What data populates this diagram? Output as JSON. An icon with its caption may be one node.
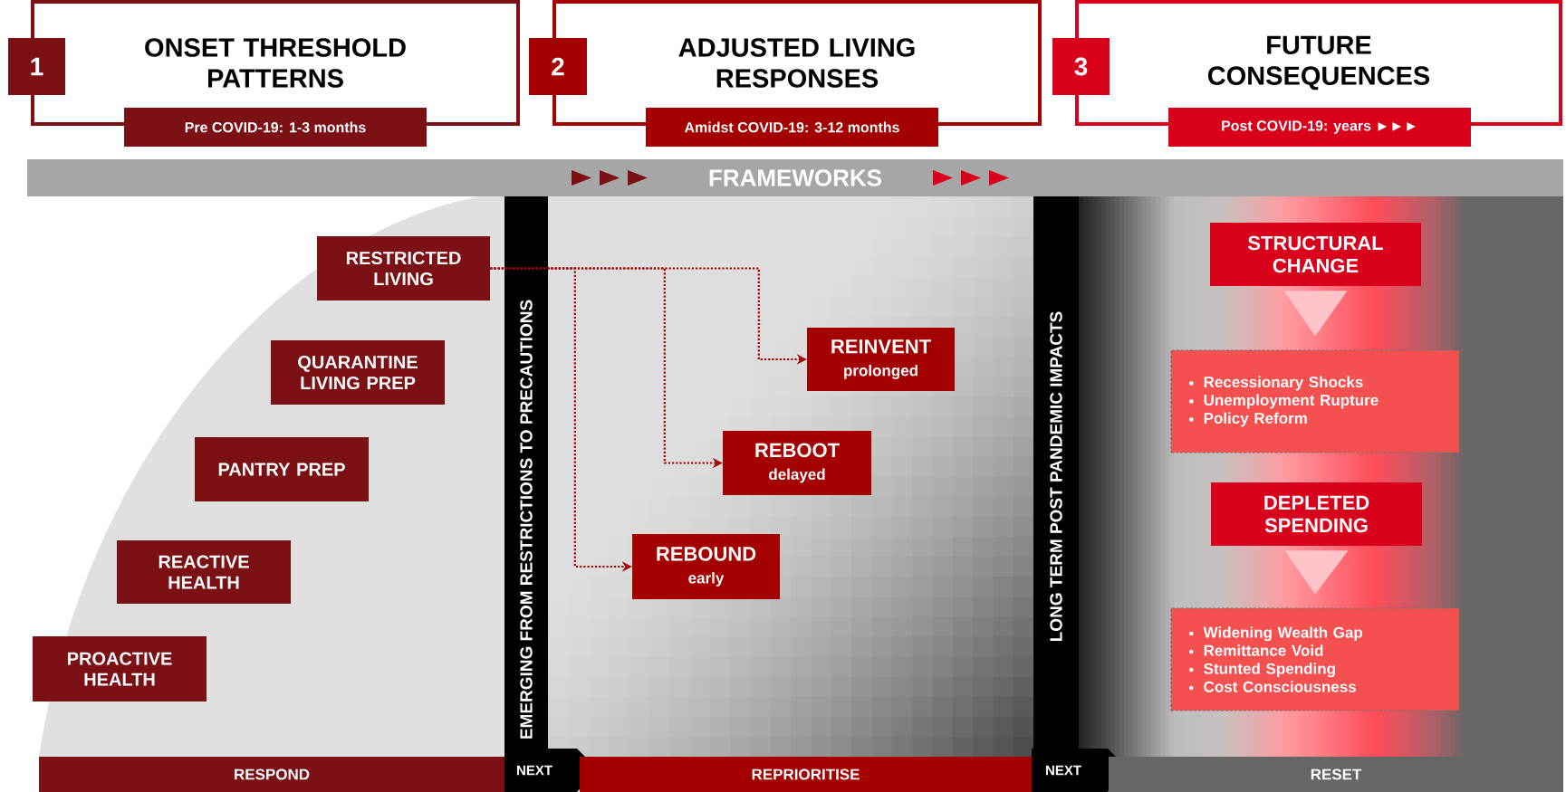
{
  "diagram": {
    "nodes": [
      {
        "text": [
          "ONSET THRESHOLD PATTERNS"
        ]
      },
      {
        "text": [
          "1"
        ]
      },
      {
        "text": [
          "Pre COVID-19: 1-3 months"
        ]
      },
      {
        "text": [
          "ADJUSTED LIVING RESPONSES"
        ]
      },
      {
        "text": [
          "2"
        ]
      },
      {
        "text": [
          "Amidst COVID-19: 3-12 months"
        ]
      },
      {
        "text": [
          "FUTURE CONSEQUENCES"
        ]
      },
      {
        "text": [
          "3"
        ]
      },
      {
        "text": [
          "Post COVID-19: years ►►►"
        ]
      },
      {
        "text": [
          "FRAMEWORKS"
        ]
      },
      {
        "text": [
          "RESTRICTED LIVING"
        ]
      },
      {
        "text": [
          "QUARANTINE LIVING PREP"
        ]
      },
      {
        "text": [
          "PANTRY PREP"
        ]
      },
      {
        "text": [
          "REACTIVE HEALTH"
        ]
      },
      {
        "text": [
          "PROACTIVE HEALTH"
        ]
      },
      {
        "text": [
          "EMERGING FROM RESTRICTIONS TO PRECAUTIONS"
        ]
      },
      {
        "text": [
          "REINVENT",
          "prolonged"
        ]
      },
      {
        "text": [
          "REBOOT",
          "delayed"
        ]
      },
      {
        "text": [
          "REBOUND",
          "early"
        ]
      },
      {
        "text": [
          "LONG TERM POST PANDEMIC IMPACTS"
        ]
      },
      {
        "text": [
          "STRUCTURAL CHANGE"
        ]
      },
      {
        "text": [
          "Recessionary Shocks",
          "Unemployment Rupture",
          "Policy Reform"
        ]
      },
      {
        "text": [
          "DEPLETED SPENDING"
        ]
      },
      {
        "text": [
          "Widening Wealth Gap",
          "Remittance Void",
          "Stunted Spending",
          "Cost Consciousness"
        ]
      },
      {
        "text": [
          "RESPOND"
        ]
      },
      {
        "text": [
          "NEXT"
        ]
      },
      {
        "text": [
          "REPRIORITISE"
        ]
      },
      {
        "text": [
          "NEXT"
        ]
      },
      {
        "text": [
          "RESET"
        ]
      }
    ],
    "edges": [
      {
        "from": 10,
        "to": 16,
        "arrow": "to",
        "style": "dashed"
      },
      {
        "from": 10,
        "to": 17,
        "arrow": "to",
        "style": "dashed"
      },
      {
        "from": 10,
        "to": 18,
        "arrow": "to",
        "style": "dashed"
      },
      {
        "from": 20,
        "to": 21,
        "arrow": "to",
        "color": "#ffc4c8"
      },
      {
        "from": 22,
        "to": 23,
        "arrow": "to",
        "color": "#ffc4c8"
      }
    ]
  }
}
